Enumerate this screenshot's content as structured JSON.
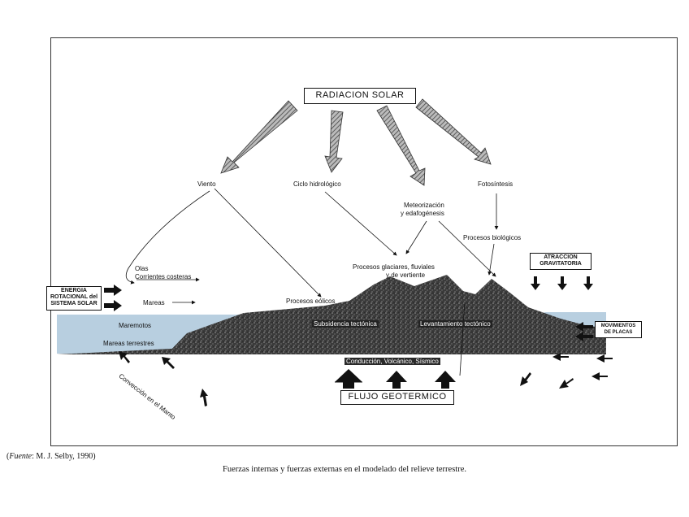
{
  "top_box": "RADIACION SOLAR",
  "bottom_box": "FLUJO GEOTERMICO",
  "left_box": [
    "ENERGIA",
    "ROTACIONAL del",
    "SISTEMA SOLAR"
  ],
  "right_top_box": [
    "ATRACCION",
    "GRAVITATORIA"
  ],
  "right_mid_box": [
    "MOVIMIENTOS",
    "DE PLACAS"
  ],
  "labels": {
    "viento": "Viento",
    "ciclo": "Ciclo hidrológico",
    "meteorizacion": "Meteorización",
    "edafogenesis": "y edafogénesis",
    "fotosintesis": "Fotosíntesis",
    "procesos_bio": "Procesos biológicos",
    "olas": "Olas",
    "corrientes": "Corrientes costeras",
    "mareas": "Mareas",
    "procesos_eolicos": "Procesos eólicos",
    "glaciares": "Procesos glaciares, fluviales",
    "vertiente": "y de vertiente",
    "maremotos": "Maremotos",
    "mareas_terrestres": "Mareas terrestres",
    "subsidencia": "Subsidencia tectónica",
    "levantamiento": "Levantamiento tectónico",
    "conduccion": "Conducción, Volcánico, Sísmico",
    "conveccion": "Convección en el Manto"
  },
  "source_label": "Fuente",
  "source_rest": ": M. J. Selby, 1990)",
  "caption": "Fuerzas internas y fuerzas externas en el modelado del relieve terrestre."
}
